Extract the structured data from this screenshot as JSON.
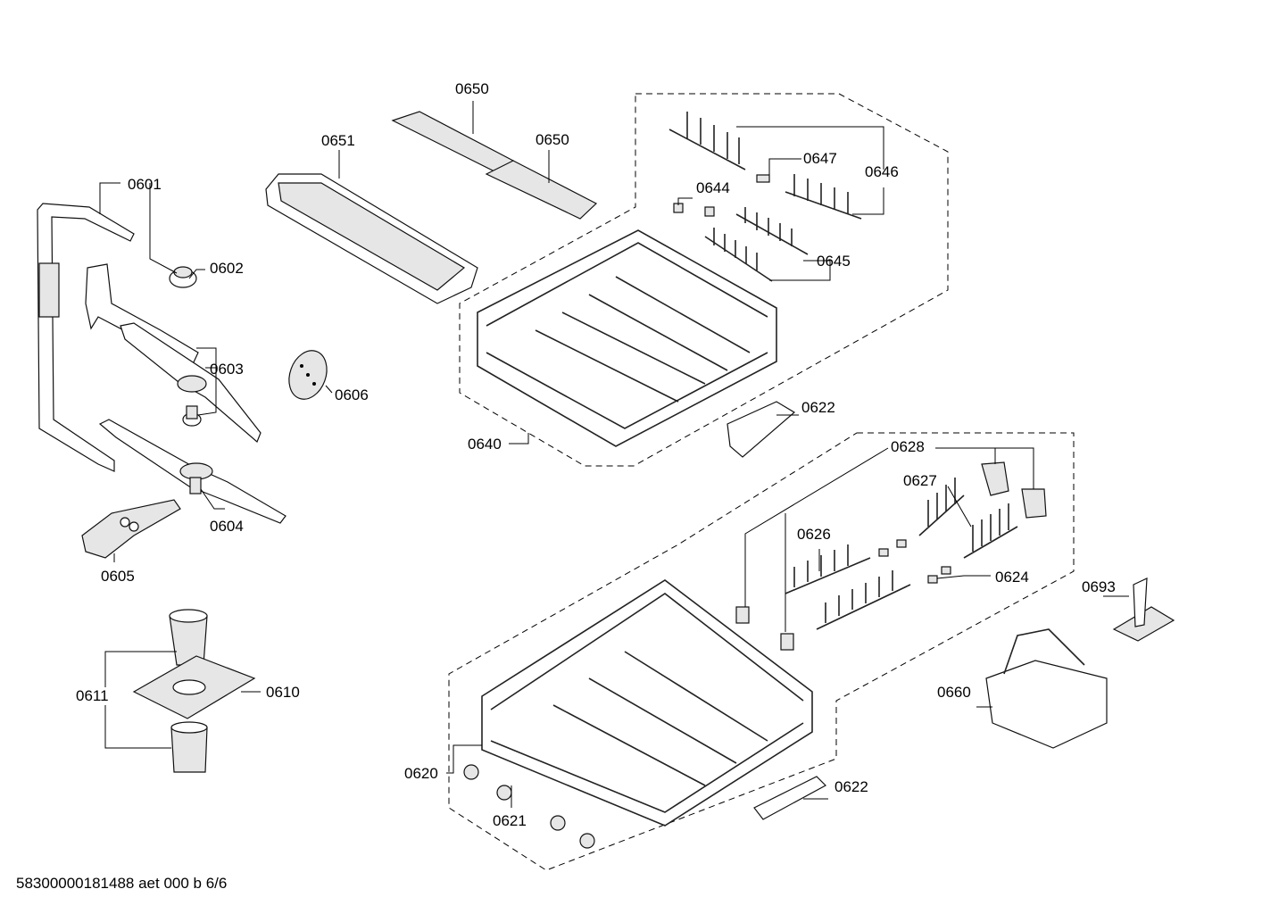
{
  "labels": {
    "p0601": "0601",
    "p0602": "0602",
    "p0603": "0603",
    "p0604": "0604",
    "p0605": "0605",
    "p0606": "0606",
    "p0610": "0610",
    "p0611": "0611",
    "p0620": "0620",
    "p0621": "0621",
    "p0622a": "0622",
    "p0622b": "0622",
    "p0624": "0624",
    "p0626": "0626",
    "p0627": "0627",
    "p0628": "0628",
    "p0640": "0640",
    "p0644": "0644",
    "p0645": "0645",
    "p0646": "0646",
    "p0647": "0647",
    "p0650a": "0650",
    "p0650b": "0650",
    "p0651": "0651",
    "p0660": "0660",
    "p0693": "0693"
  },
  "footer": "58300000181488 aet 000 b 6/6"
}
